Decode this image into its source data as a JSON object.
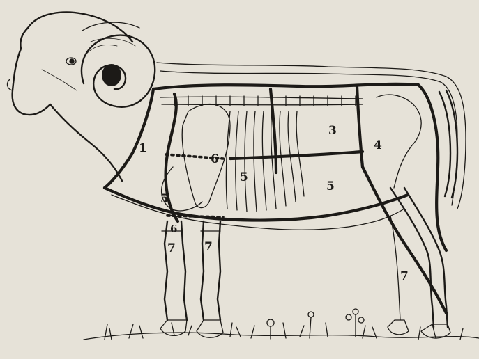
{
  "diagram": {
    "region_labels": [
      {
        "id": "r1",
        "text": "1"
      },
      {
        "id": "r3",
        "text": "3"
      },
      {
        "id": "r4",
        "text": "4"
      },
      {
        "id": "r5a",
        "text": "5"
      },
      {
        "id": "r5b",
        "text": "5"
      },
      {
        "id": "r5c",
        "text": "5"
      },
      {
        "id": "r6a",
        "text": "6"
      },
      {
        "id": "r6b",
        "text": "6"
      },
      {
        "id": "r7a",
        "text": "7"
      },
      {
        "id": "r7b",
        "text": "7"
      },
      {
        "id": "r7c",
        "text": "7"
      }
    ]
  }
}
